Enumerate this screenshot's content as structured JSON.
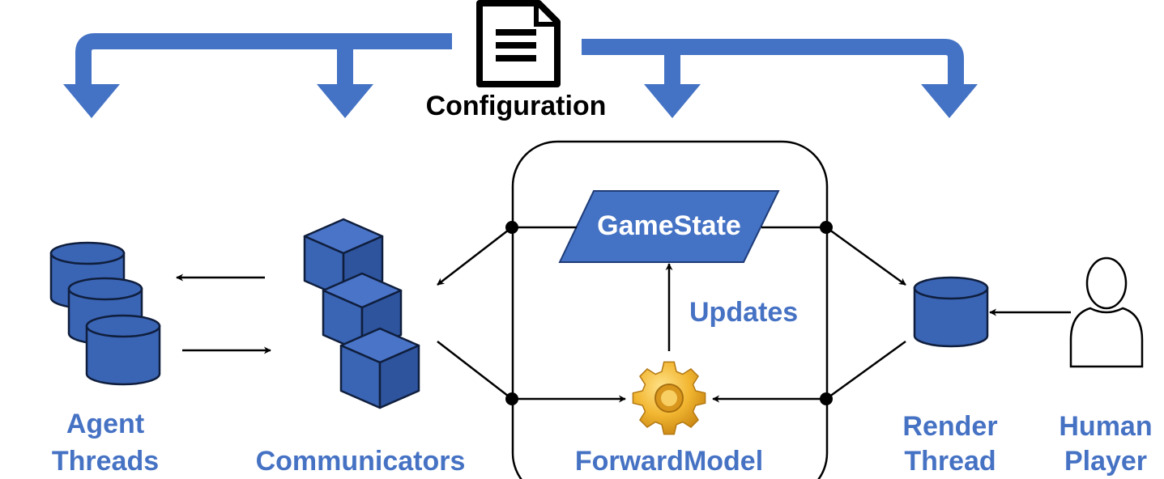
{
  "colors": {
    "accent_blue": "#4472c4",
    "label_blue": "#4672c4",
    "shape_blue": "#3a64b4",
    "gear_gold": "#f2b631",
    "line": "#000000"
  },
  "configuration": {
    "label": "Configuration",
    "icon": "document-icon"
  },
  "nodes": {
    "agent_threads": {
      "line1": "Agent",
      "line2": "Threads",
      "icon": "database-stack-icon"
    },
    "communicators": {
      "label": "Communicators",
      "icon": "cube-stack-icon"
    },
    "game_state": {
      "label": "GameState"
    },
    "updates": {
      "label": "Updates"
    },
    "forward_model": {
      "label": "ForwardModel",
      "icon": "gear-icon"
    },
    "render_thread": {
      "line1": "Render",
      "line2": "Thread",
      "icon": "database-icon"
    },
    "human_player": {
      "line1": "Human",
      "line2": "Player",
      "icon": "person-icon"
    }
  }
}
